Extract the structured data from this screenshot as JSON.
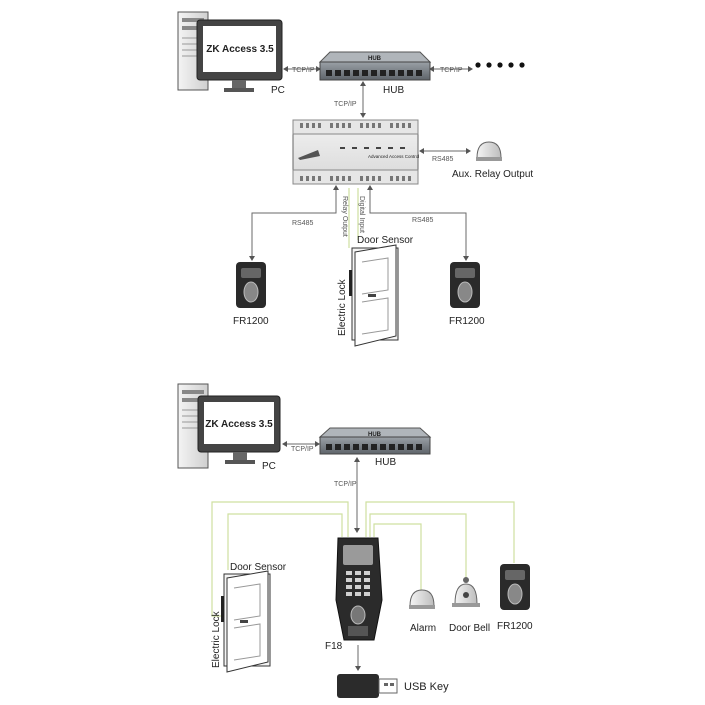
{
  "top": {
    "pc_screen_text": "ZK Access 3.5",
    "pc_label": "PC",
    "hub_label": "HUB",
    "hub_brand": "HUB",
    "tcpip_left": "TCP/IP",
    "tcpip_right": "TCP/IP",
    "tcpip_down": "TCP/IP",
    "controller_label": "Advanced Access Control",
    "rs485_aux": "RS485",
    "aux_label": "Aux. Relay Output",
    "rs485_left": "RS485",
    "rs485_right": "RS485",
    "relay_output": "Relay Output",
    "digital_input": "Digital Input",
    "door_sensor": "Door Sensor",
    "electric_lock": "Electric Lock",
    "reader_left": "FR1200",
    "reader_right": "FR1200"
  },
  "bottom": {
    "pc_screen_text": "ZK Access 3.5",
    "pc_label": "PC",
    "hub_label": "HUB",
    "hub_brand": "HUB",
    "tcpip_left": "TCP/IP",
    "tcpip_down": "TCP/IP",
    "door_sensor": "Door Sensor",
    "electric_lock": "Electric Lock",
    "terminal_label": "F18",
    "alarm_label": "Alarm",
    "doorbell_label": "Door Bell",
    "reader_label": "FR1200",
    "usb_label": "USB Key"
  },
  "colors": {
    "wire": "#6a6a6a",
    "yellow_wire": "#cfe0a0"
  }
}
